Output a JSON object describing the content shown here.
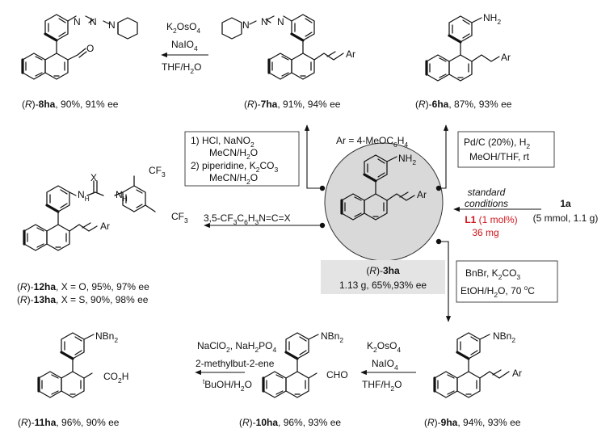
{
  "ar_definition": "Ar = 4-MeOC",
  "ar_sub": "6",
  "ar_tail": "H",
  "ar_sub2": "4",
  "atoms": {
    "Ar": "Ar",
    "NH2": "NH",
    "two": "2",
    "N": "N",
    "O": "O",
    "NBn2": "NBn",
    "CHO": "CHO",
    "CO2H": "CO",
    "H": "H",
    "X": "X",
    "CF": "CF",
    "three": "3"
  },
  "center": {
    "compound": "3ha",
    "prefix": "(",
    "R": "R",
    "suffix": ")-",
    "yield_text": "1.13 g, 65%,93% ee"
  },
  "standard": {
    "line1": "standard",
    "line2": "conditions",
    "reagent": "1a",
    "scale": "(5 mmol, 1.1 g)",
    "catalyst": "L1",
    "loading": "(1 mol%)",
    "mass": "36 mg"
  },
  "reactions": {
    "to_8ha": {
      "l1": "K",
      "l1b": "2",
      "l1c": "OsO",
      "l1d": "4",
      "l2": "NaIO",
      "l2b": "4",
      "l3": "THF/H",
      "l3b": "2",
      "l3c": "O"
    },
    "to_7ha": {
      "l1": "1) HCl, NaNO",
      "l1b": "2",
      "l2": "MeCN/H",
      "l2b": "2",
      "l2c": "O",
      "l3": "2) piperidine, K",
      "l3b": "2",
      "l3c": "CO",
      "l3d": "3",
      "l4": "MeCN/H",
      "l4b": "2",
      "l4c": "O"
    },
    "to_6ha": {
      "l1": "Pd/C (20%), H",
      "l1b": "2",
      "l2": "MeOH/THF, rt"
    },
    "to_12ha": {
      "l1": "3,5-CF",
      "l1b": "3",
      "l1c": "C",
      "l1d": "6",
      "l1e": "H",
      "l1f": "3",
      "l1g": "N=C=X"
    },
    "to_9ha": {
      "l1": "BnBr, K",
      "l1b": "2",
      "l1c": "CO",
      "l1d": "3",
      "l2": "EtOH/H",
      "l2b": "2",
      "l2c": "O, 70 ",
      "l2d": "o",
      "l2e": "C"
    },
    "to_10ha": {
      "l1": "K",
      "l1b": "2",
      "l1c": "OsO",
      "l1d": "4",
      "l2": "NaIO",
      "l2b": "4",
      "l3": "THF/H",
      "l3b": "2",
      "l3c": "O"
    },
    "to_11ha": {
      "l1": "NaClO",
      "l1b": "2",
      "l1c": ", NaH",
      "l1d": "2",
      "l1e": "PO",
      "l1f": "4",
      "l2": "2-methylbut-2-ene",
      "l3": "t",
      "l3b": "BuOH/H",
      "l3c": "2",
      "l3d": "O"
    }
  },
  "products": {
    "p8ha": {
      "compound": "8ha",
      "result": ", 90%, 91% ee"
    },
    "p7ha": {
      "compound": "7ha",
      "result": ", 91%, 94% ee"
    },
    "p6ha": {
      "compound": "6ha",
      "result": ", 87%, 93% ee"
    },
    "p12ha": {
      "compound": "12ha",
      "result": ", X = O, 95%, 97% ee"
    },
    "p13ha": {
      "compound": "13ha",
      "result": ", X = S, 90%, 98% ee"
    },
    "p9ha": {
      "compound": "9ha",
      "result": ", 94%, 93% ee"
    },
    "p10ha": {
      "compound": "10ha",
      "result": ", 96%, 93% ee"
    },
    "p11ha": {
      "compound": "11ha",
      "result": ", 96%, 90% ee"
    }
  }
}
